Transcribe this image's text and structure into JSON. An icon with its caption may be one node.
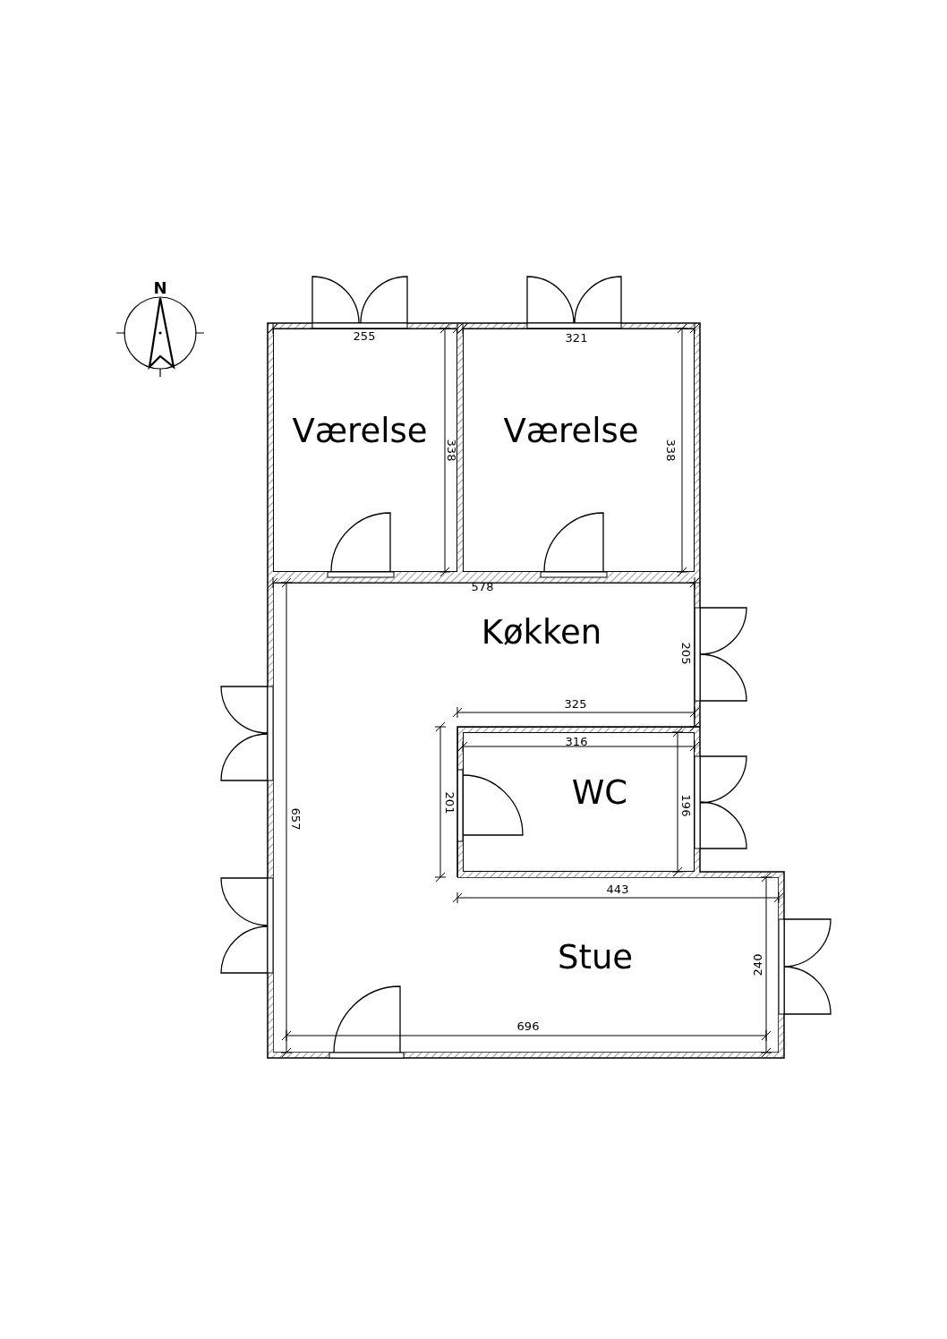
{
  "diagram": {
    "nodes": [
      {
        "text": [
          "Værelse"
        ]
      },
      {
        "text": [
          "Værelse"
        ]
      },
      {
        "text": [
          "Køkken"
        ]
      },
      {
        "text": [
          "WC"
        ]
      },
      {
        "text": [
          "Stue"
        ]
      }
    ],
    "labels": [
      "N",
      "255",
      "321",
      "338",
      "338",
      "578",
      "205",
      "325",
      "316",
      "201",
      "196",
      "443",
      "240",
      "657",
      "696"
    ]
  }
}
